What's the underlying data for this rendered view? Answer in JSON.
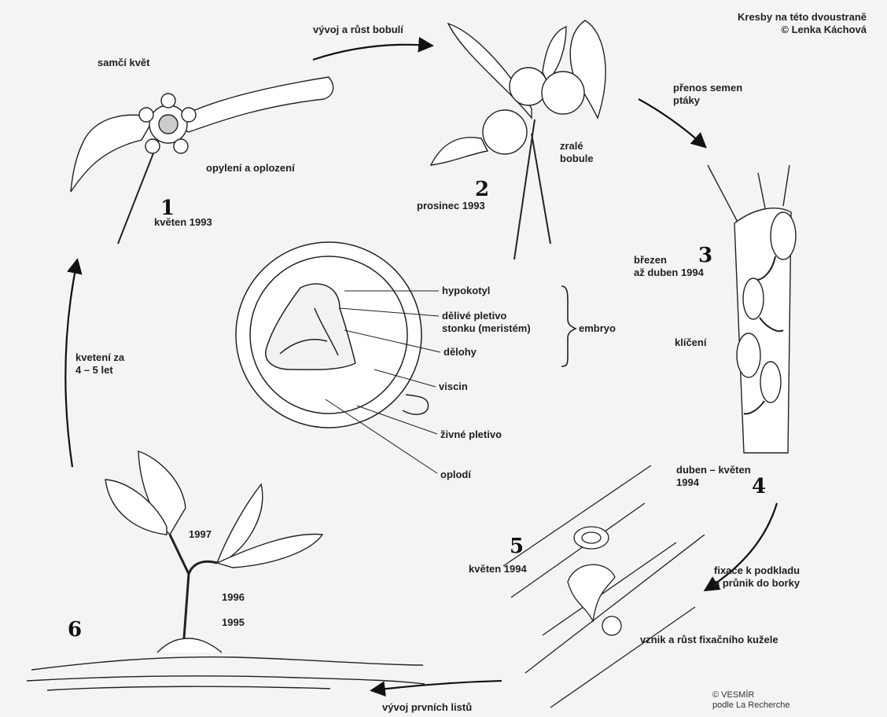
{
  "credits": {
    "line1": "Kresby na této dvoustraně",
    "line2": "© Lenka Káchová"
  },
  "source": "© VESMÍR\npodle La Recherche",
  "stages": [
    {
      "number": "1",
      "date": "květen 1993"
    },
    {
      "number": "2",
      "date": "prosinec 1993"
    },
    {
      "number": "3",
      "date": "březen\naž duben 1994"
    },
    {
      "number": "4",
      "date": "duben – květen\n1994"
    },
    {
      "number": "5",
      "date": "květen 1994"
    },
    {
      "number": "6",
      "date": ""
    }
  ],
  "labels": {
    "male_flower": "samčí květ",
    "pollination": "opylení a oplození",
    "berry_growth": "vývoj a růst bobulí",
    "ripe_berries": "zralé\nbobule",
    "seed_transfer": "přenos semen\nptáky",
    "germination": "klíčení",
    "fixation": "fixace k podkladu\na průnik do borky",
    "cone_growth": "vznik a růst fixačního kužele",
    "first_leaves": "vývoj prvních listů",
    "flowering": "kvetení za\n4 – 5 let"
  },
  "seedling_years": [
    "1997",
    "1996",
    "1995"
  ],
  "section_labels": {
    "hypocotyl": "hypokotyl",
    "meristem": "dělivé pletivo\nstonku (meristém)",
    "cotyledons": "dělohy",
    "embryo": "embryo",
    "viscin": "viscin",
    "endosperm": "živné pletivo",
    "pericarp": "oplodí"
  }
}
